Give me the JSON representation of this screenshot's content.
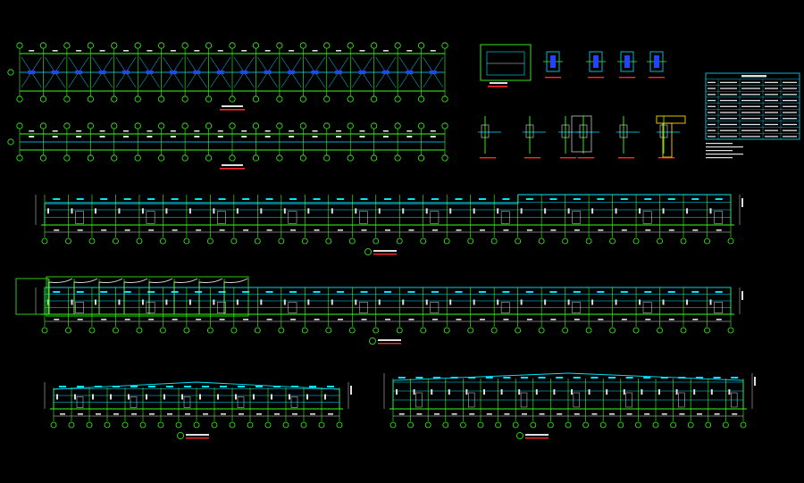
{
  "colors": {
    "background": "#000000",
    "grid_line": "#39ff14",
    "grid_bubble": "#39ff14",
    "member": "#00e5ff",
    "hatch": "#2244ff",
    "dimension": "#e0e0e0",
    "title_underline": "#ff2a2a",
    "accent": "#ffd700",
    "magenta": "#ff3cff"
  },
  "drawing": {
    "plan_top": {
      "label": "",
      "bays": 18
    },
    "plan_roof": {
      "label": "",
      "bays": 18
    },
    "elev_a": {
      "label": "",
      "bays": 29
    },
    "elev_b": {
      "label": "",
      "bays": 29
    },
    "elev_c": {
      "label": "",
      "bays": 16
    },
    "elev_d": {
      "label": "",
      "bays": 20
    }
  },
  "table": {
    "title": "",
    "rows": 10,
    "cols": 5
  },
  "icons": [
    "grid-axis-bubble-icon",
    "section-detail-icon",
    "bracing-x-icon"
  ]
}
